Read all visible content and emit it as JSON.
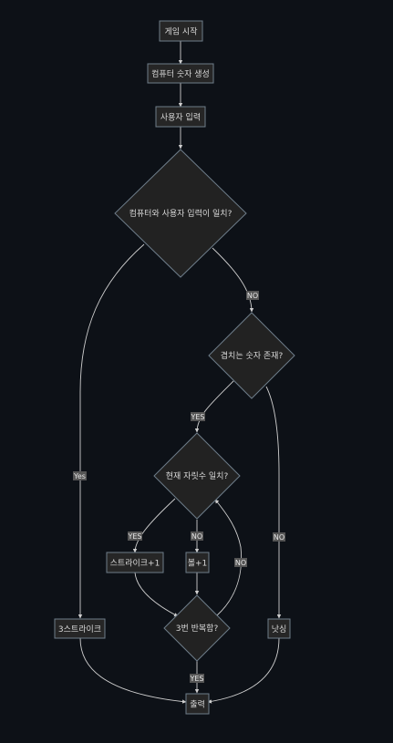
{
  "diagram": {
    "nodes": {
      "start": "게임 시작",
      "generate": "컴퓨터 숫자 생성",
      "input": "사용자 입력",
      "match_all": "컴퓨터와 사용자 입력이 일치?",
      "overlap": "겹치는 숫자 존재?",
      "position": "현재 자릿수 일치?",
      "strike_plus": "스트라이크+1",
      "ball_plus": "볼+1",
      "repeat": "3번 반복함?",
      "three_strike": "3스트라이크",
      "nothing": "낫싱",
      "output": "출력"
    },
    "edge_labels": {
      "match_no": "NO",
      "match_yes": "Yes",
      "overlap_yes": "YES",
      "overlap_no": "NO",
      "position_yes": "YES",
      "position_no": "NO",
      "repeat_no": "NO",
      "repeat_yes": "YES"
    }
  }
}
